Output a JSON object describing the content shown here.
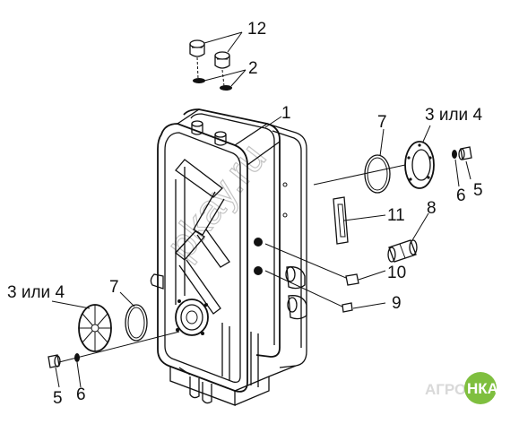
{
  "diagram": {
    "callouts": {
      "c1": "1",
      "c2": "2",
      "c3_right": "3 или 4",
      "c3_left": "3 или 4",
      "c5_right": "5",
      "c5_left": "5",
      "c6_right": "6",
      "c6_left": "6",
      "c7_right": "7",
      "c7_left": "7",
      "c8": "8",
      "c9": "9",
      "c10": "10",
      "c11": "11",
      "c12": "12"
    },
    "watermark": "pkay.ru",
    "logo": {
      "left_text": "АГРО",
      "right_text": "НКА",
      "accent": "#7fbf3f",
      "text_color": "#d9d9d9"
    }
  }
}
